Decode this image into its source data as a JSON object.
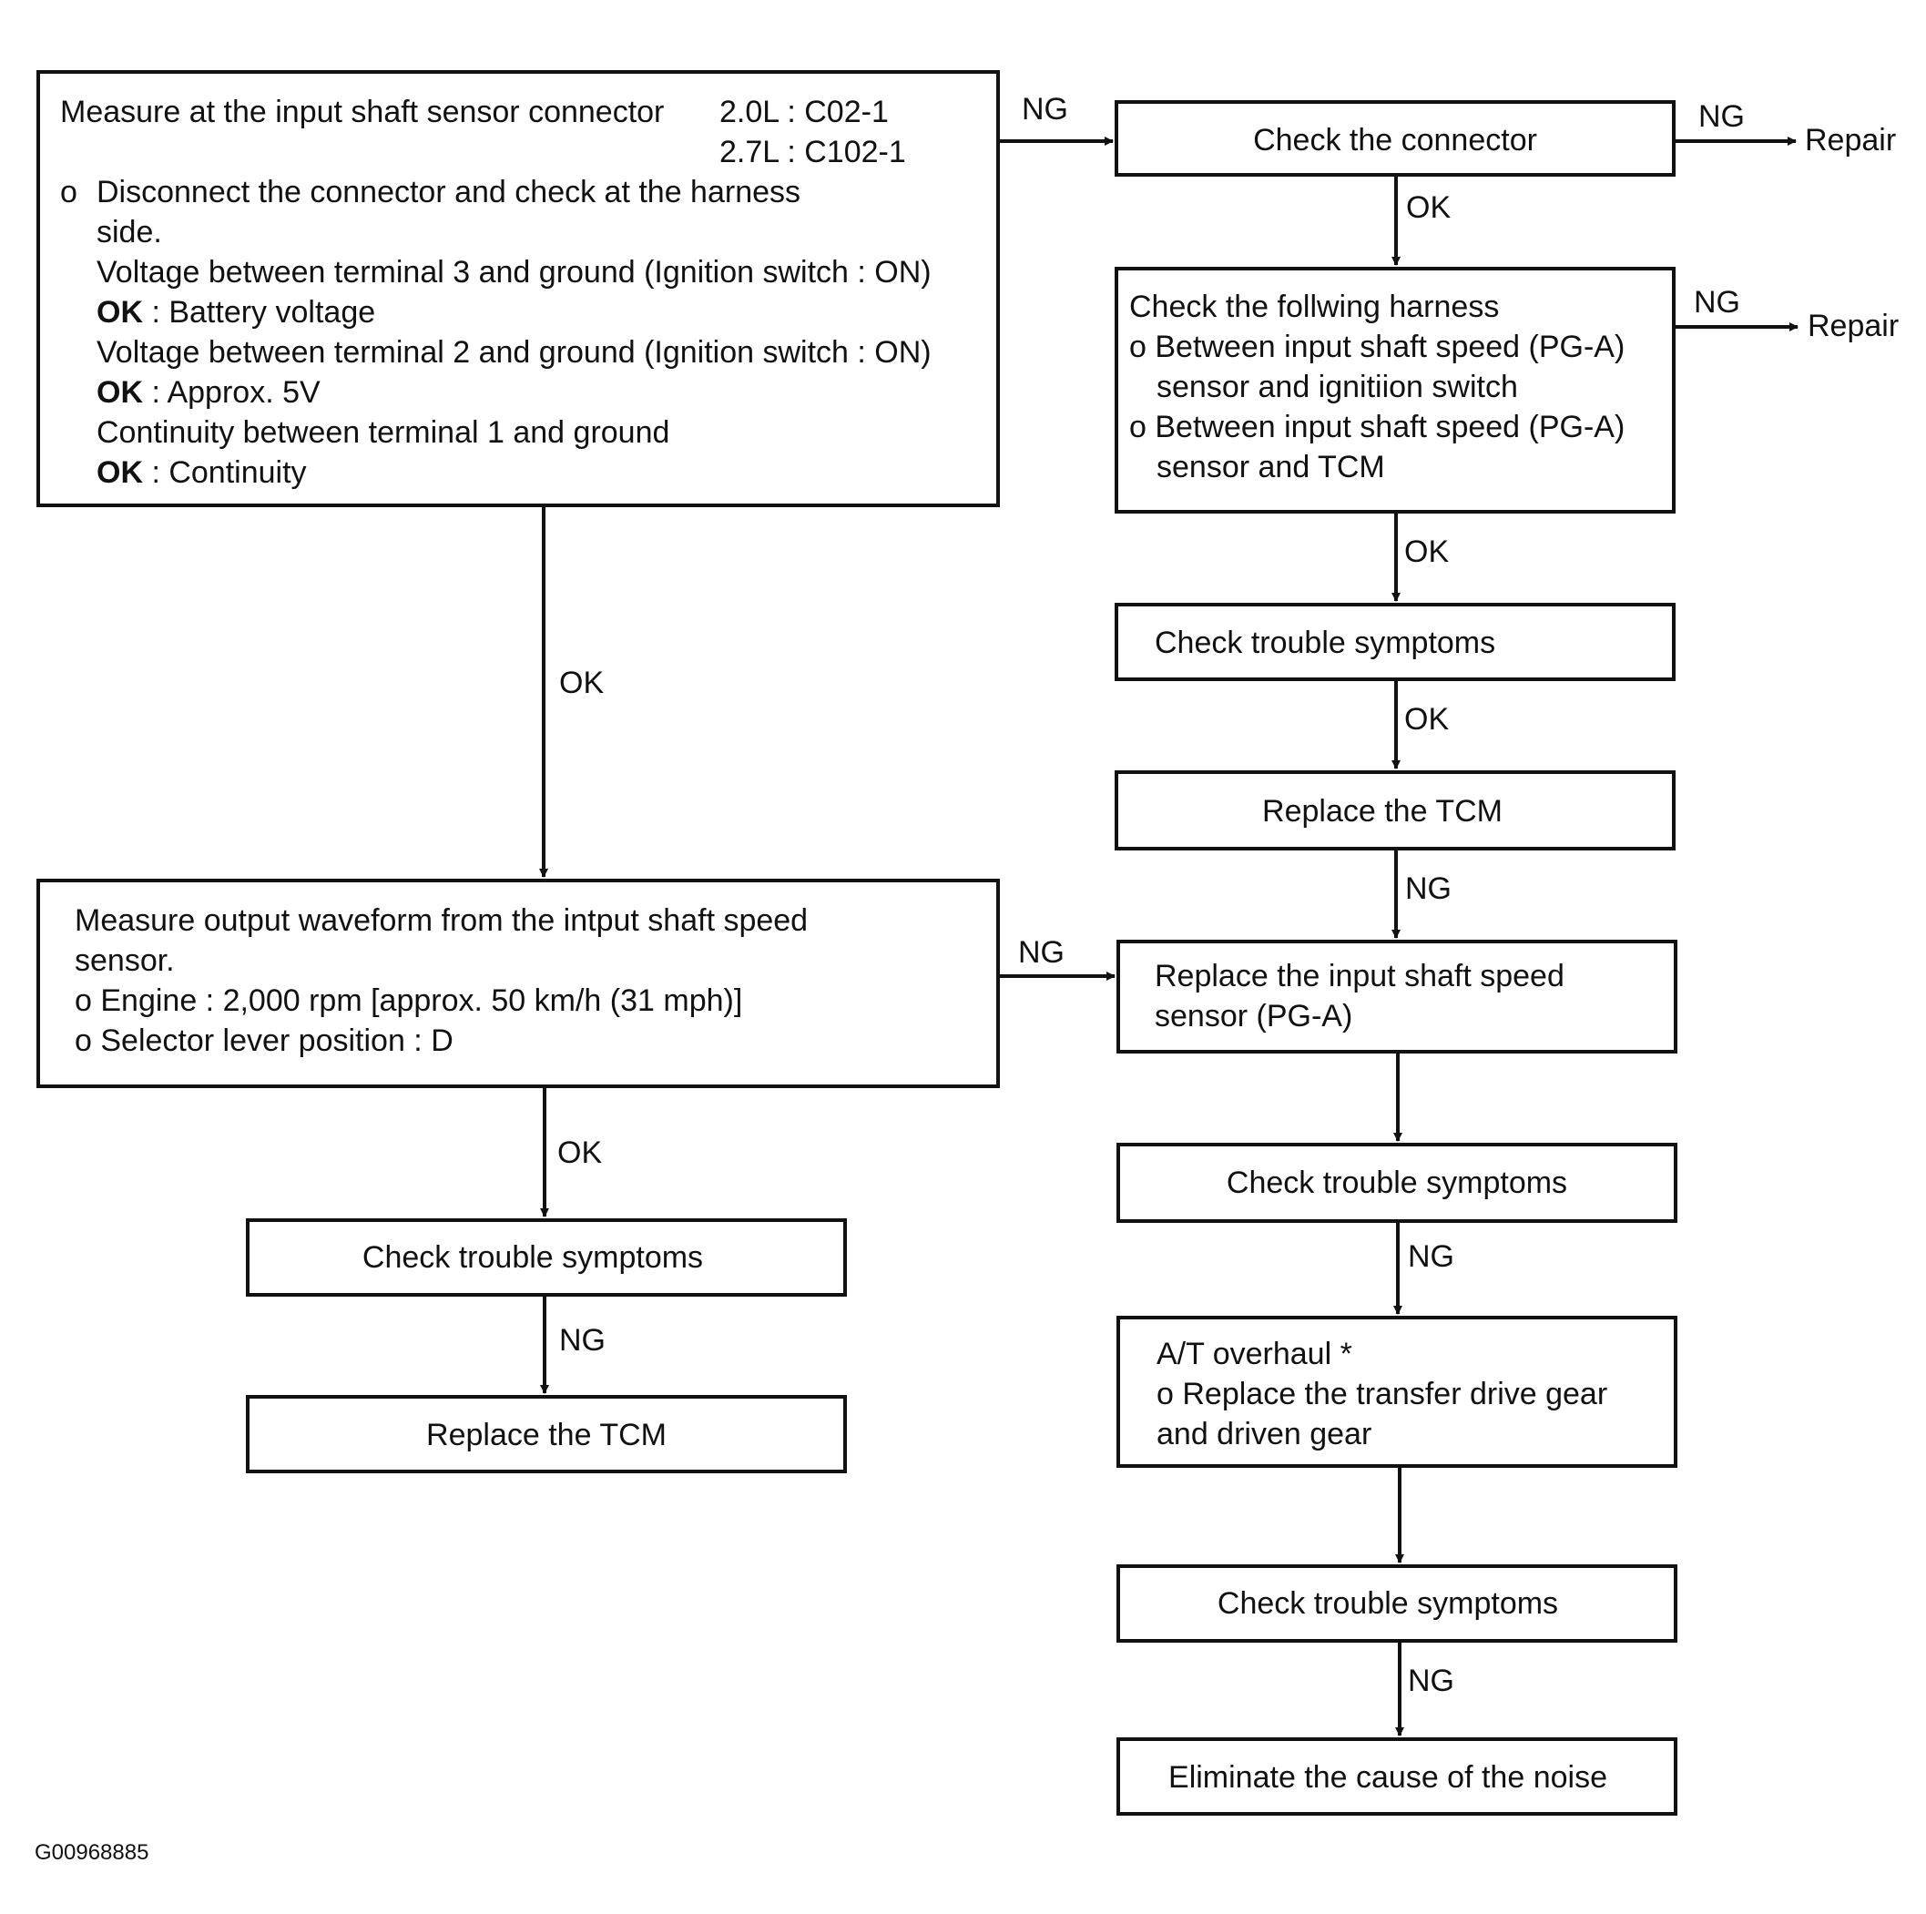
{
  "boxes": {
    "measure_connector": {
      "line1": "Measure at the input shaft sensor connector",
      "spec_20": "2.0L : C02-1",
      "spec_27": "2.7L : C102-1",
      "bullet": "o",
      "disconnect_1": "Disconnect the connector and check at the harness",
      "disconnect_2": "side.",
      "v3": "Voltage between terminal 3 and ground (Ignition switch : ON)",
      "ok_label": "OK",
      "v3_ok": " : Battery voltage",
      "v2": "Voltage between terminal 2 and ground (Ignition switch : ON)",
      "v2_ok": " : Approx. 5V",
      "cont": "Continuity between terminal 1 and ground",
      "cont_ok": " : Continuity"
    },
    "check_connector": "Check the connector",
    "check_harness": {
      "title": "Check the follwing harness",
      "b1_1": "o Between input shaft speed (PG-A)",
      "b1_2": "sensor and ignitiion switch",
      "b2_1": "o Between input shaft speed (PG-A)",
      "b2_2": "sensor and TCM"
    },
    "check_trouble_1": "Check trouble symptoms",
    "replace_tcm_right": "Replace the TCM",
    "measure_waveform": {
      "l1": "Measure output waveform from the intput shaft speed",
      "l2": "sensor.",
      "l3": "o Engine : 2,000 rpm [approx. 50 km/h (31 mph)]",
      "l4": "o Selector lever position : D"
    },
    "replace_sensor": {
      "l1": "Replace the input shaft speed",
      "l2": "sensor (PG-A)"
    },
    "check_trouble_left": "Check trouble symptoms",
    "replace_tcm_left": "Replace the TCM",
    "check_trouble_2": "Check trouble symptoms",
    "overhaul": {
      "l1": "A/T overhaul *",
      "l2": "o Replace the transfer drive gear",
      "l3": "and driven gear"
    },
    "check_trouble_3": "Check trouble symptoms",
    "eliminate": "Eliminate the cause of the noise"
  },
  "labels": {
    "ng_main": "NG",
    "ng_connector": "NG",
    "repair_1": "Repair",
    "ok_connector": "OK",
    "ng_harness": "NG",
    "repair_2": "Repair",
    "ok_harness": "OK",
    "ok_trouble1": "OK",
    "ng_tcm": "NG",
    "ok_main_down": "OK",
    "ng_waveform": "NG",
    "ok_waveform": "OK",
    "ng_left_trouble": "NG",
    "ng_trouble2": "NG",
    "ng_trouble3": "NG"
  },
  "figure_id": "G00968885"
}
